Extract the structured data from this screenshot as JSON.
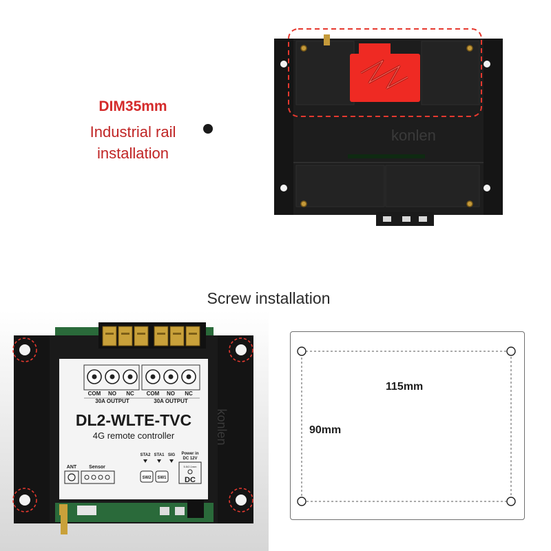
{
  "rail": {
    "title": "DIM35mm",
    "line1": "Industrial rail",
    "line2": "installation"
  },
  "screw": {
    "title": "Screw installation",
    "width_label": "115mm",
    "height_label": "90mm"
  },
  "device": {
    "brand": "konlen",
    "model": "DL2-WLTE-TVC",
    "subtitle": "4G remote controller",
    "relay_terms": [
      "COM",
      "NO",
      "NC"
    ],
    "output_label": "30A OUTPUT",
    "ant_label": "ANT",
    "sensor_label": "Sensor",
    "sta2_label": "STA2",
    "sta1_label": "STA1",
    "sig_label": "SIG",
    "sw2_label": "SW2",
    "sw1_label": "SW1",
    "power_label_1": "Power in",
    "power_label_2": "DC 12V",
    "power_spec": "5.5/2.1mm",
    "dc_label": "DC"
  },
  "colors": {
    "accent_red": "#d42a2a",
    "case_black": "#1a1a1a",
    "rail_clip_red": "#ef2a23",
    "terminal_gold": "#c9a13a"
  }
}
